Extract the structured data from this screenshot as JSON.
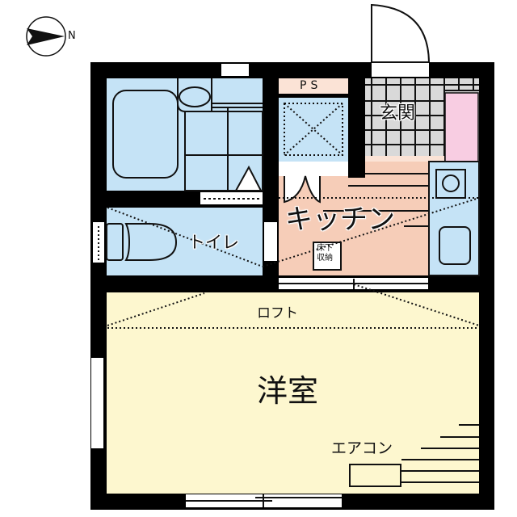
{
  "compass": {
    "label": "N",
    "direction": "right"
  },
  "rooms": {
    "western_room": {
      "label": "洋室",
      "color": "#fdf7cf"
    },
    "loft": {
      "label": "ロフト"
    },
    "kitchen": {
      "label": "キッチン",
      "color": "#f6cdb8"
    },
    "entrance": {
      "label": "玄関",
      "color": "#d9d9d9"
    },
    "toilet": {
      "label": "トイレ",
      "color": "#c5e3f6"
    },
    "bathroom": {
      "color": "#c5e3f6"
    },
    "pipe_space": {
      "label": "PS",
      "color": "#fbe3d6"
    },
    "shoe_box": {
      "color": "#f8cde2"
    }
  },
  "fixtures": {
    "underfloor_storage_line1": "床下",
    "underfloor_storage_line2": "収納",
    "air_conditioner": "エアコン"
  },
  "colors": {
    "wall": "#000000",
    "window": "#ffffff"
  }
}
